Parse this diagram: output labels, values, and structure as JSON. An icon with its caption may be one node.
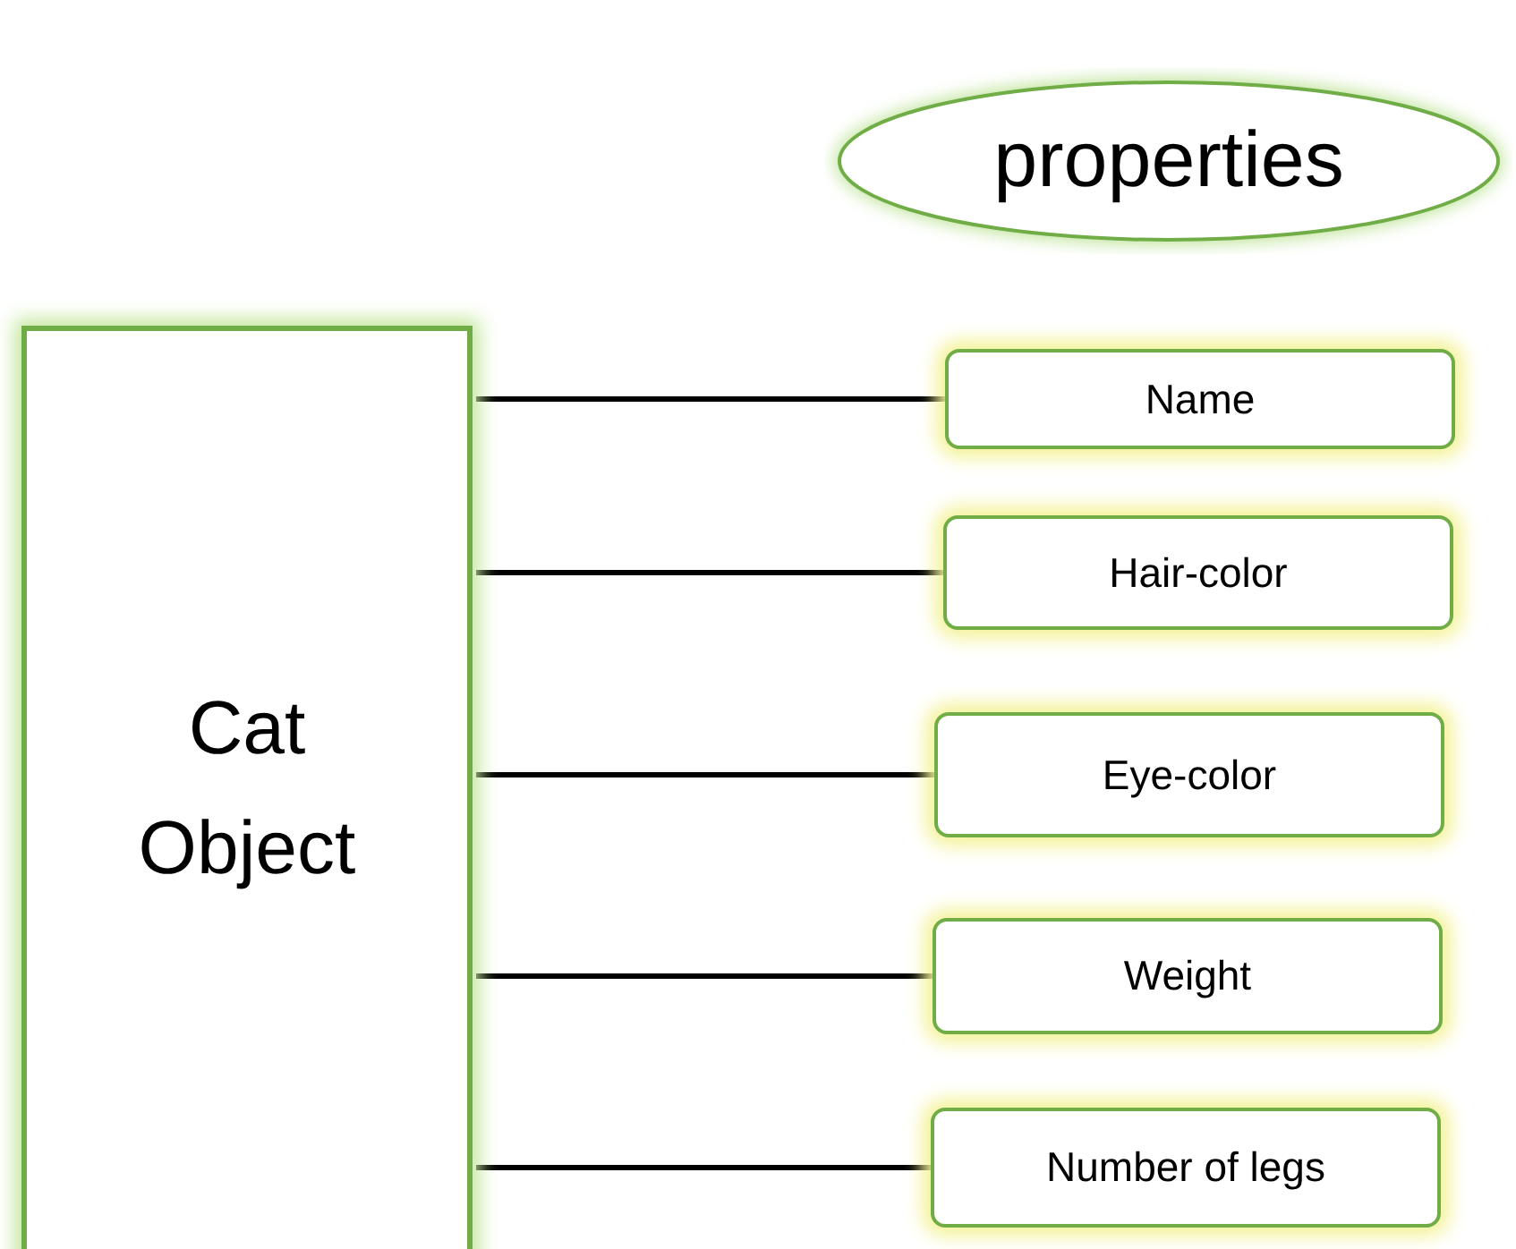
{
  "diagram": {
    "nodes": [
      {
        "text": [
          "properties"
        ]
      },
      {
        "text": [
          "Cat Object"
        ]
      },
      {
        "text": [
          "Name"
        ]
      },
      {
        "text": [
          "Hair-color"
        ]
      },
      {
        "text": [
          "Eye-color"
        ]
      },
      {
        "text": [
          "Weight"
        ]
      },
      {
        "text": [
          "Number of legs"
        ]
      }
    ],
    "edges": [
      {
        "from": 1,
        "to": 2,
        "arrow": "none"
      },
      {
        "from": 1,
        "to": 3,
        "arrow": "none"
      },
      {
        "from": 1,
        "to": 4,
        "arrow": "none"
      },
      {
        "from": 1,
        "to": 5,
        "arrow": "none"
      },
      {
        "from": 1,
        "to": 6,
        "arrow": "none"
      }
    ]
  }
}
